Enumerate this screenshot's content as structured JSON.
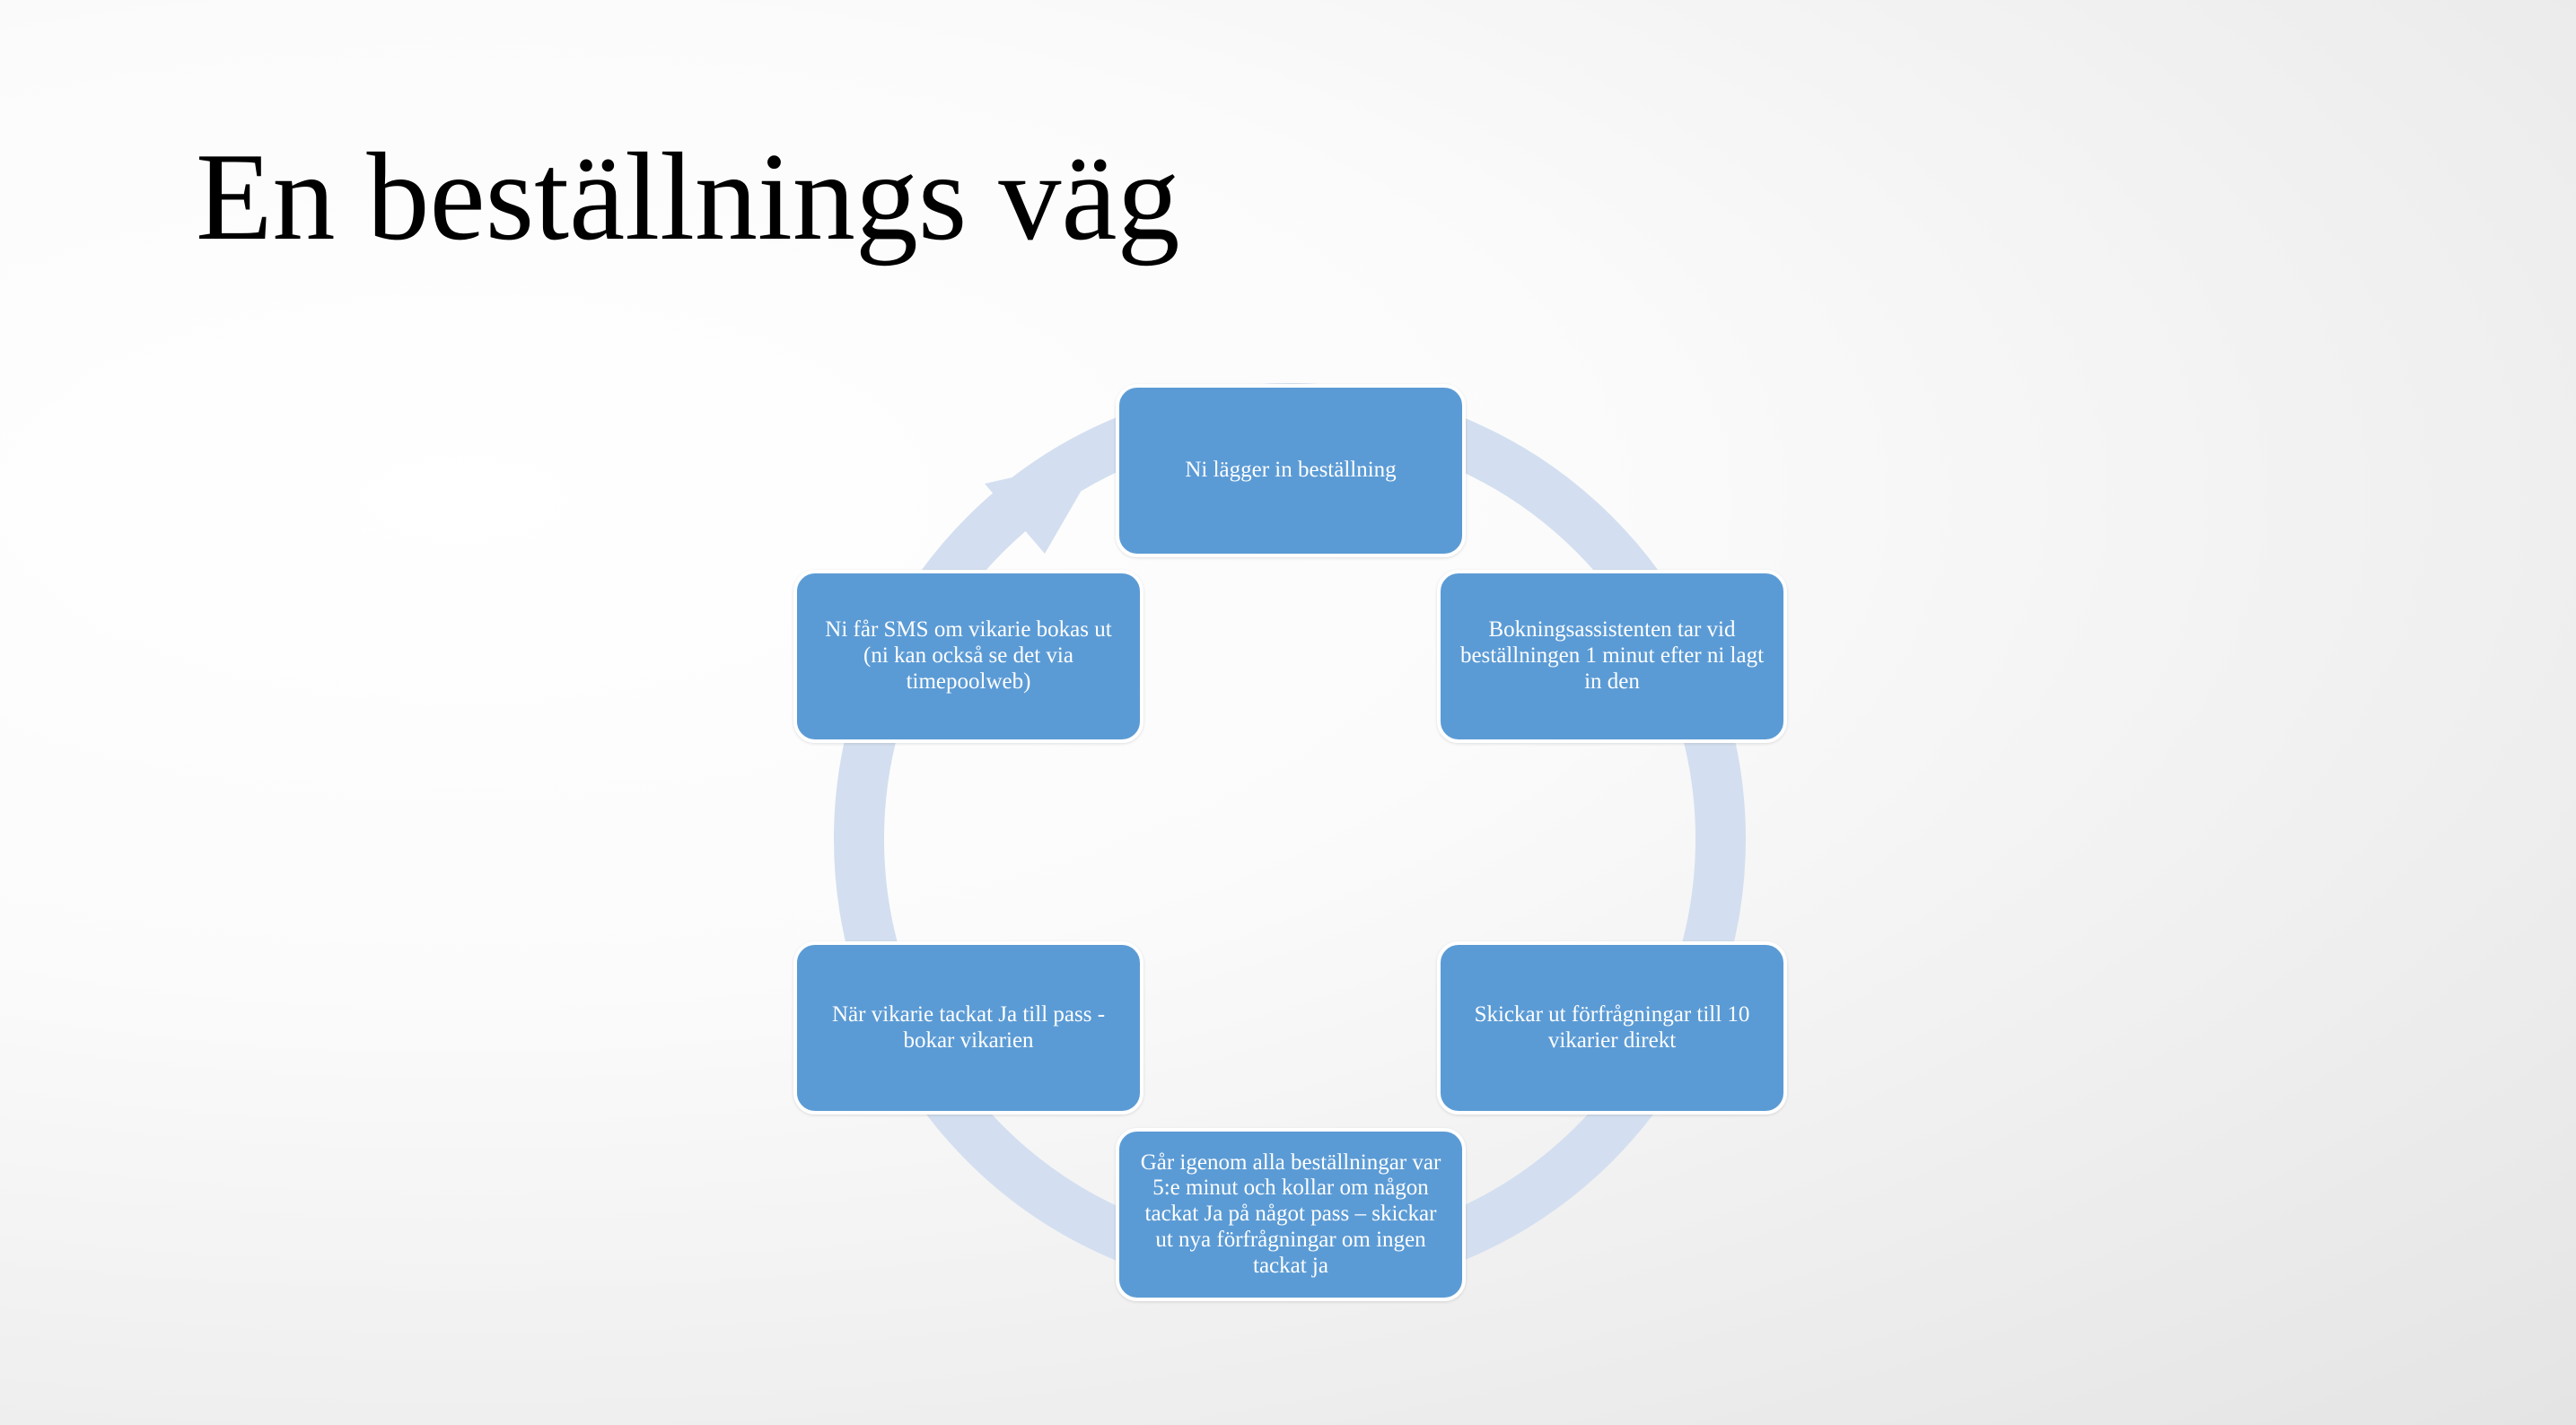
{
  "slide": {
    "title": "En beställnings väg"
  },
  "diagram": {
    "type": "cycle",
    "colors": {
      "box_fill": "#5b9bd5",
      "box_border": "#ffffff",
      "ring": "#d3dff0",
      "box_text": "#ffffff"
    },
    "steps": [
      {
        "label": "Ni lägger in beställning"
      },
      {
        "label": "Bokningsassistenten tar vid beställningen 1 minut efter ni lagt in den"
      },
      {
        "label": "Skickar ut förfrågningar till 10 vikarier direkt"
      },
      {
        "label": "Går igenom alla beställningar var 5:e minut och kollar om någon tackat Ja på något pass – skickar ut nya förfrågningar om ingen tackat ja"
      },
      {
        "label": "När vikarie tackat Ja till pass - bokar vikarien"
      },
      {
        "label": "Ni får SMS om vikarie bokas ut (ni kan också se det via timepoolweb)"
      }
    ]
  }
}
